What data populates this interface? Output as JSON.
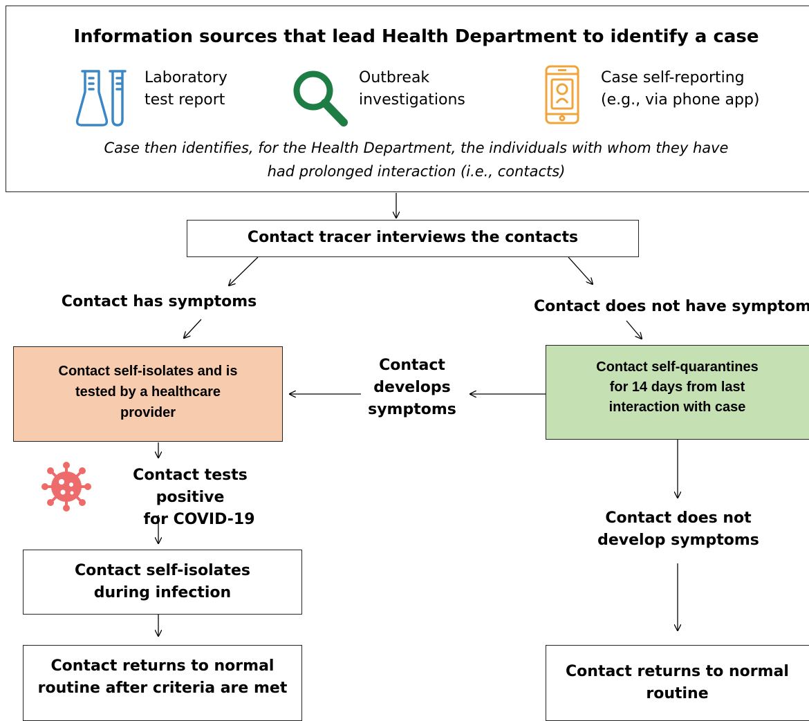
{
  "header": {
    "title": "Information sources that lead Health Department to identify a case",
    "sources": [
      {
        "line1": "Laboratory",
        "line2": "test report",
        "icon": "test-tubes-icon"
      },
      {
        "line1": "Outbreak",
        "line2": "investigations",
        "icon": "magnifying-glass-icon"
      },
      {
        "line1": "Case self-reporting",
        "line2": "(e.g., via phone app)",
        "icon": "phone-app-icon"
      }
    ],
    "note_line1": "Case then identifies, for the Health Department, the individuals with whom they have",
    "note_line2": "had prolonged interaction (i.e., contacts)"
  },
  "nodes": {
    "interview": "Contact tracer interviews the contacts",
    "has_symptoms": "Contact has symptoms",
    "no_symptoms": "Contact does not have symptoms",
    "self_isolate_line1": "Contact self-isolates and is",
    "self_isolate_line2": "tested by a healthcare",
    "self_isolate_line3": "provider",
    "develops_line1": "Contact",
    "develops_line2": "develops",
    "develops_line3": "symptoms",
    "quarantine_line1": "Contact self-quarantines",
    "quarantine_line2": "for 14 days from last",
    "quarantine_line3": "interaction with case",
    "positive_line1": "Contact tests positive",
    "positive_line2": "for COVID-19",
    "isolates_infection_line1": "Contact self-isolates",
    "isolates_infection_line2": "during infection",
    "not_develop_line1": "Contact does not",
    "not_develop_line2": "develop symptoms",
    "returns_left_line1": "Contact returns to normal",
    "returns_left_line2": "routine after criteria are met",
    "returns_right_line1": "Contact returns to normal",
    "returns_right_line2": "routine"
  },
  "colors": {
    "lab_icon": "#3a87c8",
    "magnifier_icon": "#1e7d45",
    "phone_icon": "#f0a33a",
    "virus_icon": "#ee6b6b",
    "isolate_fill": "#f7cbad",
    "quarantine_fill": "#c5e0b3"
  }
}
